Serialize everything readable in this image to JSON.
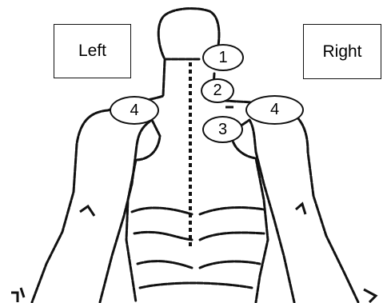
{
  "labels": {
    "left": "Left",
    "right": "Right"
  },
  "markers": [
    {
      "id": "1",
      "text": "1"
    },
    {
      "id": "2",
      "text": "2"
    },
    {
      "id": "3",
      "text": "3"
    },
    {
      "id": "4l",
      "text": "4"
    },
    {
      "id": "4r",
      "text": "4"
    }
  ],
  "colors": {
    "line": "#111111",
    "background": "#ffffff"
  }
}
